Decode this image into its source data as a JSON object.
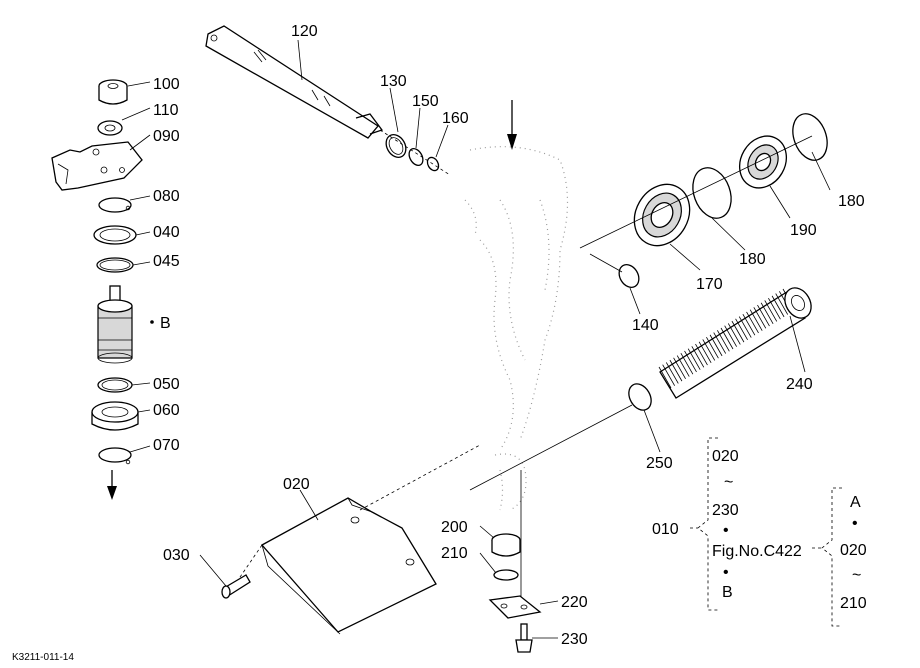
{
  "diagram": {
    "footer_code": "K3211-011-14",
    "part_labels": {
      "p120": "120",
      "p130": "130",
      "p150": "150",
      "p160": "160",
      "p100": "100",
      "p110": "110",
      "p090": "090",
      "p080": "080",
      "p040": "040",
      "p045": "045",
      "pB": "B",
      "p050": "050",
      "p060": "060",
      "p070": "070",
      "p180a": "180",
      "p180b": "180",
      "p190": "190",
      "p170": "170",
      "p140": "140",
      "p240": "240",
      "p250": "250",
      "p020": "020",
      "p030": "030",
      "p200": "200",
      "p210": "210",
      "p220": "220",
      "p230": "230"
    },
    "legend": {
      "ref_010": "010",
      "range_start": "020",
      "tilde1": "~",
      "range_end": "230",
      "bullet1": "•",
      "fig_ref": "Fig.No.C422",
      "bullet2": "•",
      "ref_B": "B",
      "ref_A": "A",
      "bullet3": "•",
      "range2_start": "020",
      "tilde2": "~",
      "range2_end": "210"
    }
  }
}
